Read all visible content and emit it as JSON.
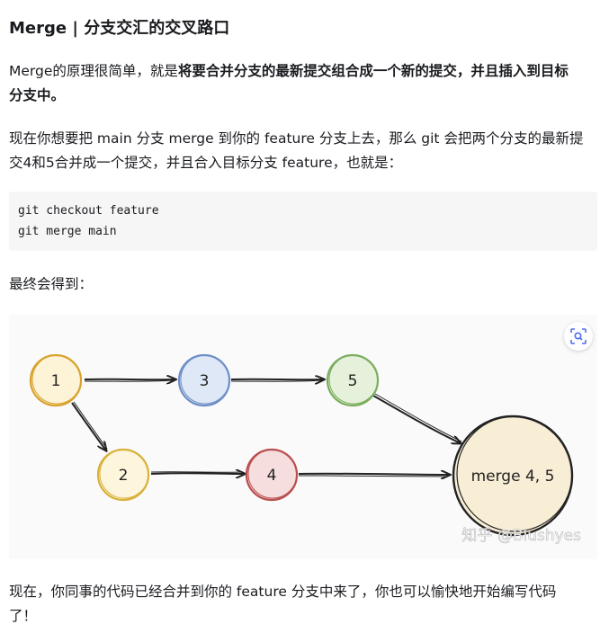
{
  "article": {
    "title": "Merge | 分支交汇的交叉路口",
    "intro": {
      "prefix": "Merge的原理很简单，就是",
      "bold_line1": "将要合并分支的最新提交组合成一个新的提交，并且插入到目标",
      "bold_line2": "分支中。"
    },
    "para2": {
      "line1": "现在你想要把 main 分支 merge 到你的 feature 分支上去，那么 git 会把两个分支的最新提",
      "line2": "交4和5合并成一个提交，并且合入目标分支 feature，也就是："
    },
    "code": [
      "git checkout feature",
      "git merge main"
    ],
    "result_label": "最终会得到：",
    "conclusion": {
      "line1": "现在，你同事的代码已经合并到你的 feature 分支中来了，你也可以愉快地开始编写代码",
      "line2": "了！"
    }
  },
  "diagram": {
    "nodes": [
      {
        "id": "n1",
        "label": "1",
        "color": "#d8a22e",
        "fill": "#fdf3d6"
      },
      {
        "id": "n2",
        "label": "2",
        "color": "#d8b13a",
        "fill": "#fdf6dc"
      },
      {
        "id": "n3",
        "label": "3",
        "color": "#6e8ec6",
        "fill": "#dfe8f6"
      },
      {
        "id": "n4",
        "label": "4",
        "color": "#b94e4e",
        "fill": "#f6dede"
      },
      {
        "id": "n5",
        "label": "5",
        "color": "#7aae5e",
        "fill": "#e6f1db"
      },
      {
        "id": "nm",
        "label": "merge 4, 5",
        "color": "#222222",
        "fill": "#f8eed6"
      }
    ],
    "edges": [
      {
        "from": "n1",
        "to": "n3"
      },
      {
        "from": "n3",
        "to": "n5"
      },
      {
        "from": "n1",
        "to": "n2"
      },
      {
        "from": "n2",
        "to": "n4"
      },
      {
        "from": "n4",
        "to": "nm"
      },
      {
        "from": "n5",
        "to": "nm"
      }
    ],
    "watermark": "知乎 @Blushyes"
  },
  "icons": {
    "zoom": "scan-zoom-icon"
  }
}
